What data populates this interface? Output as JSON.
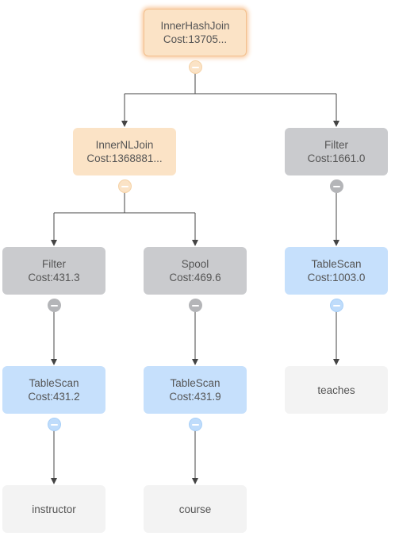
{
  "colors": {
    "edge": "#444444",
    "join": "#fbe3c6",
    "filter": "#cacbce",
    "scan": "#c6e0fc",
    "table": "#f3f3f3",
    "text": "#555555"
  },
  "nodes": [
    {
      "id": "n1",
      "kind": "hash",
      "op": "InnerHashJoin",
      "cost": "Cost:13705...",
      "toggle": "orange"
    },
    {
      "id": "n2",
      "kind": "nl",
      "op": "InnerNLJoin",
      "cost": "Cost:1368881...",
      "toggle": "orange"
    },
    {
      "id": "n3",
      "kind": "filter",
      "op": "Filter",
      "cost": "Cost:1661.0",
      "toggle": "gray"
    },
    {
      "id": "n4",
      "kind": "filter",
      "op": "Filter",
      "cost": "Cost:431.3",
      "toggle": "gray"
    },
    {
      "id": "n5",
      "kind": "spool",
      "op": "Spool",
      "cost": "Cost:469.6",
      "toggle": "gray"
    },
    {
      "id": "n6",
      "kind": "scan",
      "op": "TableScan",
      "cost": "Cost:1003.0",
      "toggle": "blue"
    },
    {
      "id": "n7",
      "kind": "scan",
      "op": "TableScan",
      "cost": "Cost:431.2",
      "toggle": "blue"
    },
    {
      "id": "n8",
      "kind": "scan",
      "op": "TableScan",
      "cost": "Cost:431.9",
      "toggle": "blue"
    },
    {
      "id": "n9",
      "kind": "table",
      "op": "teaches",
      "cost": "",
      "toggle": ""
    },
    {
      "id": "n10",
      "kind": "table",
      "op": "instructor",
      "cost": "",
      "toggle": ""
    },
    {
      "id": "n11",
      "kind": "table",
      "op": "course",
      "cost": "",
      "toggle": ""
    }
  ],
  "edges": [
    [
      "n1",
      "n2"
    ],
    [
      "n1",
      "n3"
    ],
    [
      "n2",
      "n4"
    ],
    [
      "n2",
      "n5"
    ],
    [
      "n3",
      "n6"
    ],
    [
      "n6",
      "n9"
    ],
    [
      "n4",
      "n7"
    ],
    [
      "n7",
      "n10"
    ],
    [
      "n5",
      "n8"
    ],
    [
      "n8",
      "n11"
    ]
  ]
}
